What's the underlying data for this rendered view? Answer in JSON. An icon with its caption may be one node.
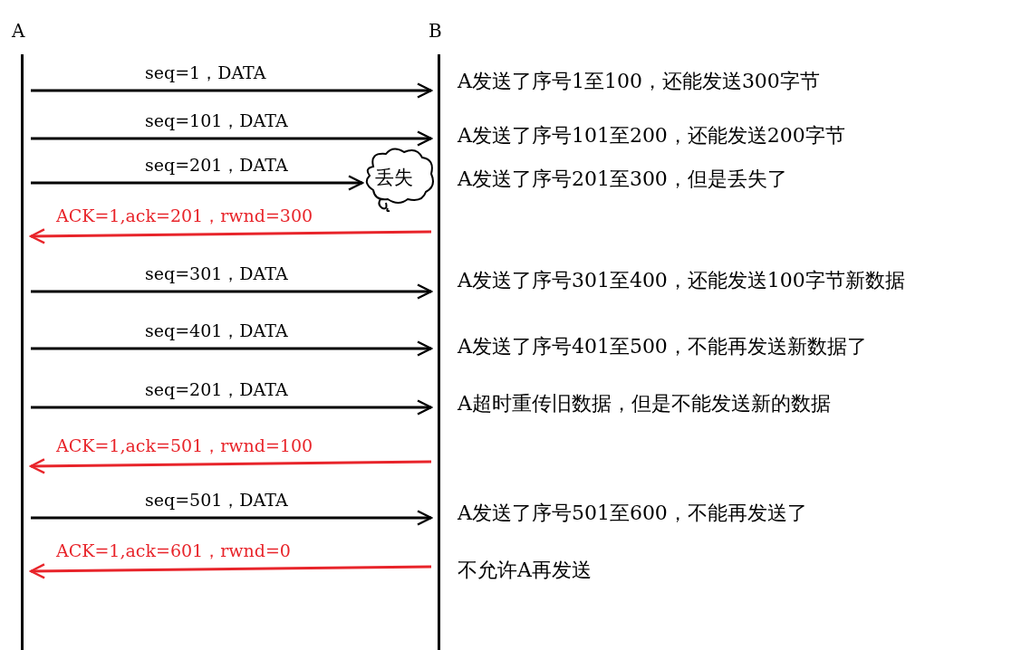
{
  "diagram": {
    "nodes": [
      {
        "text": [
          "A"
        ]
      },
      {
        "text": [
          "B"
        ]
      },
      {
        "text": [
          "丢失"
        ]
      }
    ],
    "edges": [
      {
        "from": 0,
        "to": 1,
        "arrow": "to",
        "label": "seq=1，DATA"
      },
      {
        "from": 0,
        "to": 1,
        "arrow": "to",
        "label": "seq=101，DATA"
      },
      {
        "from": 0,
        "to": 2,
        "arrow": "to",
        "label": "seq=201，DATA"
      },
      {
        "from": 1,
        "to": 0,
        "arrow": "to",
        "label": "ACK=1,ack=201，rwnd=300",
        "color": "#e8242a"
      },
      {
        "from": 0,
        "to": 1,
        "arrow": "to",
        "label": "seq=301，DATA"
      },
      {
        "from": 0,
        "to": 1,
        "arrow": "to",
        "label": "seq=401，DATA"
      },
      {
        "from": 0,
        "to": 1,
        "arrow": "to",
        "label": "seq=201，DATA"
      },
      {
        "from": 1,
        "to": 0,
        "arrow": "to",
        "label": "ACK=1,ack=501，rwnd=100",
        "color": "#e8242a"
      },
      {
        "from": 0,
        "to": 1,
        "arrow": "to",
        "label": "seq=501，DATA"
      },
      {
        "from": 1,
        "to": 0,
        "arrow": "to",
        "label": "ACK=1,ack=601，rwnd=0",
        "color": "#e8242a"
      }
    ],
    "labels": [
      "A发送了序号1至100，还能发送300字节",
      "A发送了序号101至200，还能发送200字节",
      "A发送了序号201至300，但是丢失了",
      "A发送了序号301至400，还能发送100字节新数据",
      "A发送了序号401至500，不能再发送新数据了",
      "A超时重传旧数据，但是不能发送新的数据",
      "A发送了序号501至600，不能再发送了",
      "不允许A再发送"
    ]
  }
}
